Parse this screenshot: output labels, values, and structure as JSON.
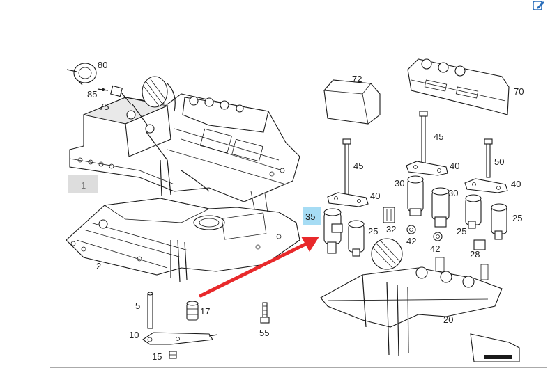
{
  "toolbar": {
    "edit_icon": "pencil-edit-icon"
  },
  "colors": {
    "arrow": "#e8292b",
    "highlight_35": "#a6dcf4",
    "highlight_1": "#dddddd",
    "line": "#1a1a1a"
  },
  "labels": {
    "p80": "80",
    "p85": "85",
    "p75": "75",
    "p72": "72",
    "p70": "70",
    "p45a": "45",
    "p45b": "45",
    "p40a": "40",
    "p40b": "40",
    "p40c": "40",
    "p50": "50",
    "p30a": "30",
    "p30b": "30",
    "p35": "35",
    "p25a": "25",
    "p32": "32",
    "p42a": "42",
    "p42b": "42",
    "p25b": "25",
    "p25c": "25",
    "p28": "28",
    "p1": "1",
    "p2": "2",
    "p5": "5",
    "p17": "17",
    "p10": "10",
    "p55": "55",
    "p15": "15",
    "p20": "20"
  }
}
